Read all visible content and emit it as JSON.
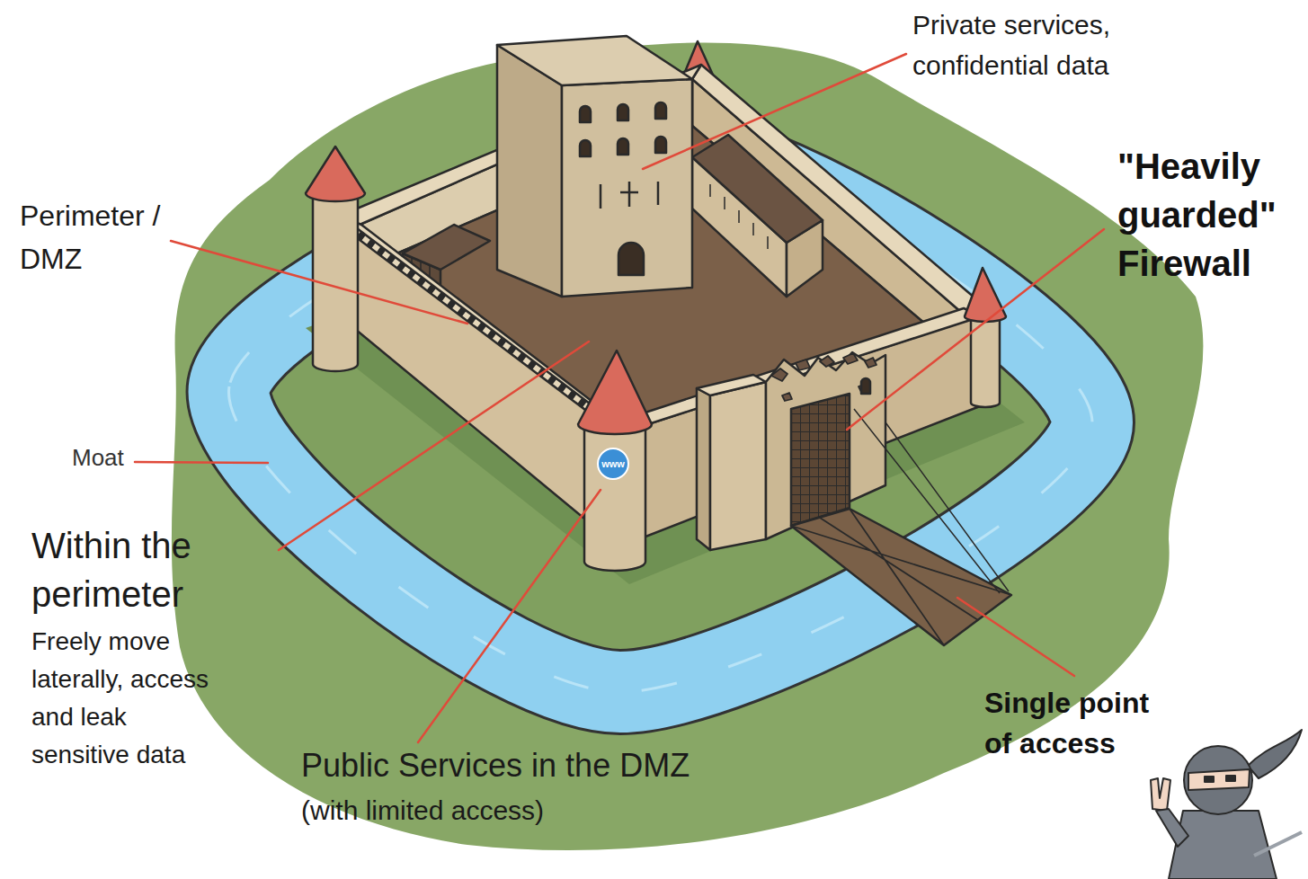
{
  "diagram": {
    "labels": [
      "Private services, confidential data",
      "Perimeter / DMZ",
      "\"Heavily guarded\" Firewall",
      "Moat",
      "Within the perimeter",
      "Freely move laterally, access and leak sensitive data",
      "www",
      "Public Services in the DMZ",
      "(with limited access)",
      "Single point of access"
    ]
  }
}
